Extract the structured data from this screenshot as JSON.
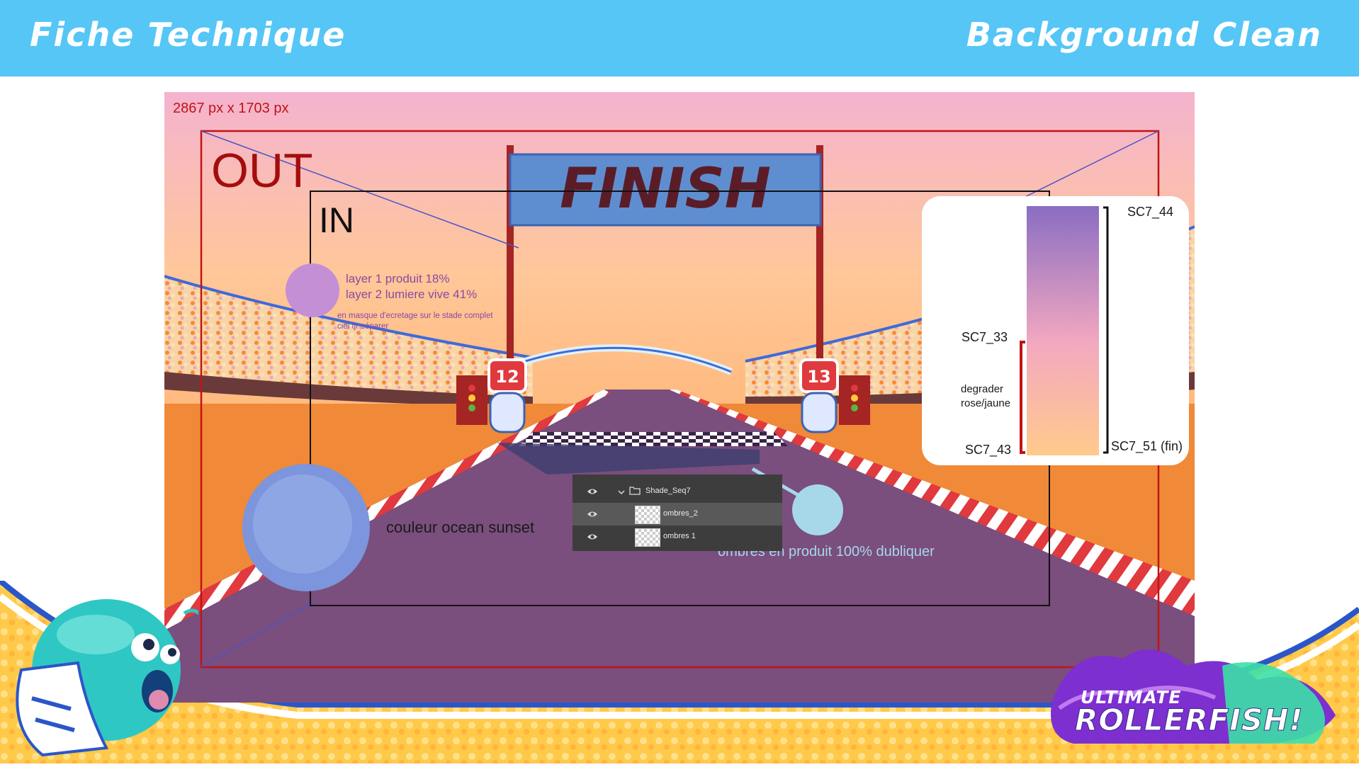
{
  "header": {
    "title_left": "Fiche Technique",
    "title_right": "Background Clean",
    "bar_color": "#55c6f6"
  },
  "artwork": {
    "dimensions": "2867 px x 1703 px",
    "out_label": "OUT",
    "in_label": "IN",
    "finish_banner": "FINISH",
    "lane_numbers": [
      "12",
      "13"
    ],
    "notes": {
      "layer1": "layer 1 produit 18%",
      "layer2": "layer 2 lumiere vive 41%",
      "mask_line1": "en masque d'ecretage sur le stade complet",
      "mask_line2": "ciel tjr séparer",
      "ocean": "couleur ocean sunset",
      "shadows": "ombres en produit 100% dubliquer"
    },
    "swatches": {
      "layer_color": "#c58fd6",
      "ocean_color": "#8ea7e4",
      "shadow_color": "#a6d8ea"
    }
  },
  "gradient_panel": {
    "label_top": "SC7_44",
    "label_mid": "SC7_33",
    "label_desc_1": "degrader",
    "label_desc_2": "rose/jaune",
    "label_bottom_left": "SC7_43",
    "label_bottom_right": "SC7_51 (fin)",
    "gradient_colors": [
      "#8a6dc2",
      "#f3a8c0",
      "#ffca8c"
    ]
  },
  "layers": {
    "items": [
      {
        "name": "Shade_Seq7",
        "type": "group"
      },
      {
        "name": "ombres_2",
        "type": "layer"
      },
      {
        "name": "ombres 1",
        "type": "layer"
      }
    ]
  },
  "logo": {
    "line1": "ULTIMATE",
    "line2": "ROLLERFISH!"
  }
}
